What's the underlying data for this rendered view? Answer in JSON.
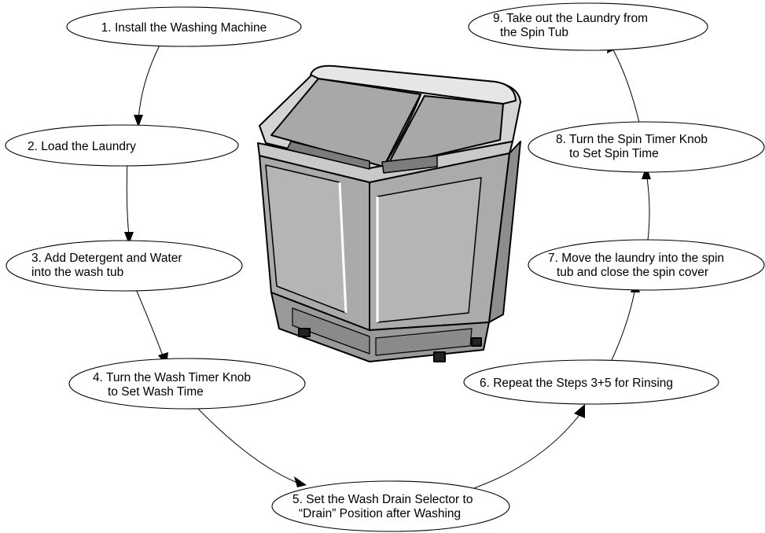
{
  "steps": [
    {
      "lines": [
        "1. Install the Washing Machine"
      ]
    },
    {
      "lines": [
        "2. Load the Laundry"
      ]
    },
    {
      "lines": [
        "3. Add Detergent and Water",
        "into the wash tub"
      ]
    },
    {
      "lines": [
        "4. Turn the Wash Timer Knob",
        "to Set Wash Time"
      ]
    },
    {
      "lines": [
        "5. Set the Wash Drain Selector to",
        "“Drain” Position after Washing"
      ]
    },
    {
      "lines": [
        "6. Repeat the Steps 3+5 for Rinsing"
      ]
    },
    {
      "lines": [
        "7. Move the laundry into the spin",
        "tub and close the spin cover"
      ]
    },
    {
      "lines": [
        "8. Turn the Spin Timer Knob",
        "to Set Spin Time"
      ]
    },
    {
      "lines": [
        "9. Take out the Laundry from",
        "the Spin Tub"
      ]
    }
  ],
  "illustration": {
    "icon": "twin-tub-washing-machine-icon"
  },
  "colors": {
    "stroke": "#000000",
    "machine_body": "#a9a9a9",
    "machine_light": "#d2d2d2",
    "machine_dark": "#7c7c7c"
  }
}
